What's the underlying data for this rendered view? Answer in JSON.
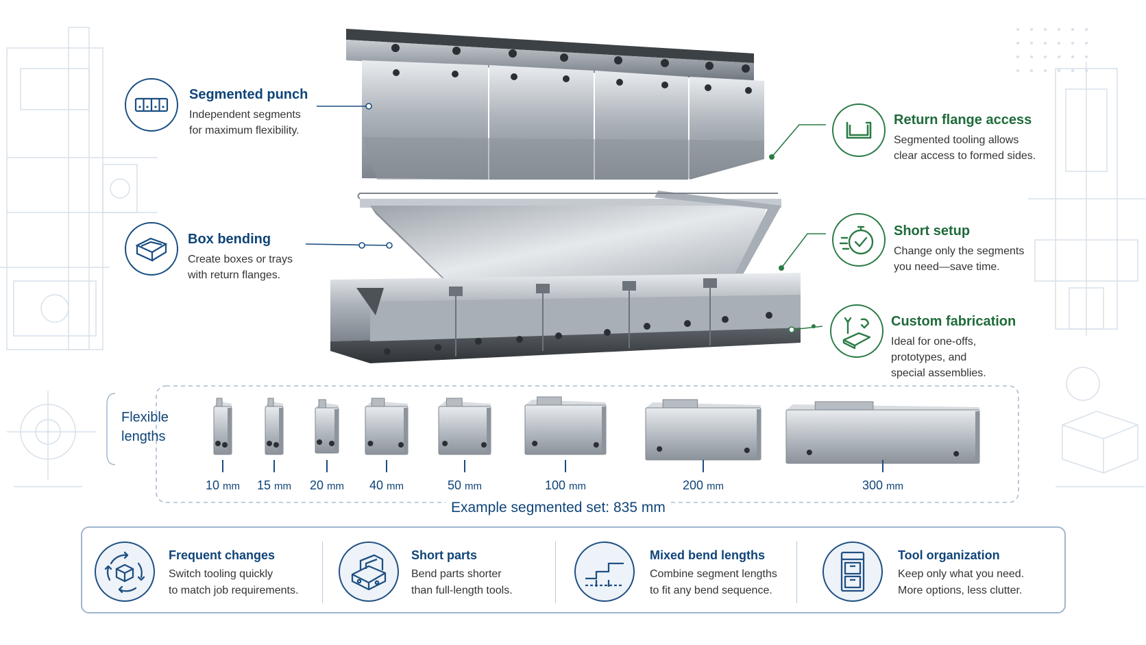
{
  "callouts": {
    "segmented_punch": {
      "title": "Segmented punch",
      "desc1": "Independent segments",
      "desc2": "for maximum flexibility."
    },
    "box_bending": {
      "title": "Box bending",
      "desc1": "Create boxes or trays",
      "desc2": "with return flanges."
    },
    "return_flange": {
      "title": "Return flange access",
      "desc1": "Segmented tooling allows",
      "desc2": "clear access to formed sides."
    },
    "short_setup": {
      "title": "Short setup",
      "desc1": "Change only the segments",
      "desc2": "you need—save time."
    },
    "custom_fab": {
      "title": "Custom fabrication",
      "desc1": "Ideal for one-offs,",
      "desc2": "prototypes, and",
      "desc3": "special assemblies."
    }
  },
  "lengths": {
    "label_line1": "Flexible",
    "label_line2": "lengths",
    "unit": "mm",
    "items": [
      {
        "value": "10"
      },
      {
        "value": "15"
      },
      {
        "value": "20"
      },
      {
        "value": "40"
      },
      {
        "value": "50"
      },
      {
        "value": "100"
      },
      {
        "value": "200"
      },
      {
        "value": "300"
      }
    ],
    "example_set": "Example segmented set: 835 mm"
  },
  "features": [
    {
      "title": "Frequent changes",
      "line1": "Switch tooling quickly",
      "line2": "to match job requirements.",
      "icon": "cycle-box-icon"
    },
    {
      "title": "Short parts",
      "line1": "Bend parts shorter",
      "line2": "than full-length tools.",
      "icon": "short-part-icon"
    },
    {
      "title": "Mixed bend lengths",
      "line1": "Combine segment lengths",
      "line2": "to fit any bend sequence.",
      "icon": "stepped-lengths-icon"
    },
    {
      "title": "Tool organization",
      "line1": "Keep only what you need.",
      "line2": "More options, less clutter.",
      "icon": "cabinet-icon"
    }
  ],
  "colors": {
    "blue": "#0f4478",
    "green": "#1f6b3a",
    "steel": "#b8bec5"
  }
}
